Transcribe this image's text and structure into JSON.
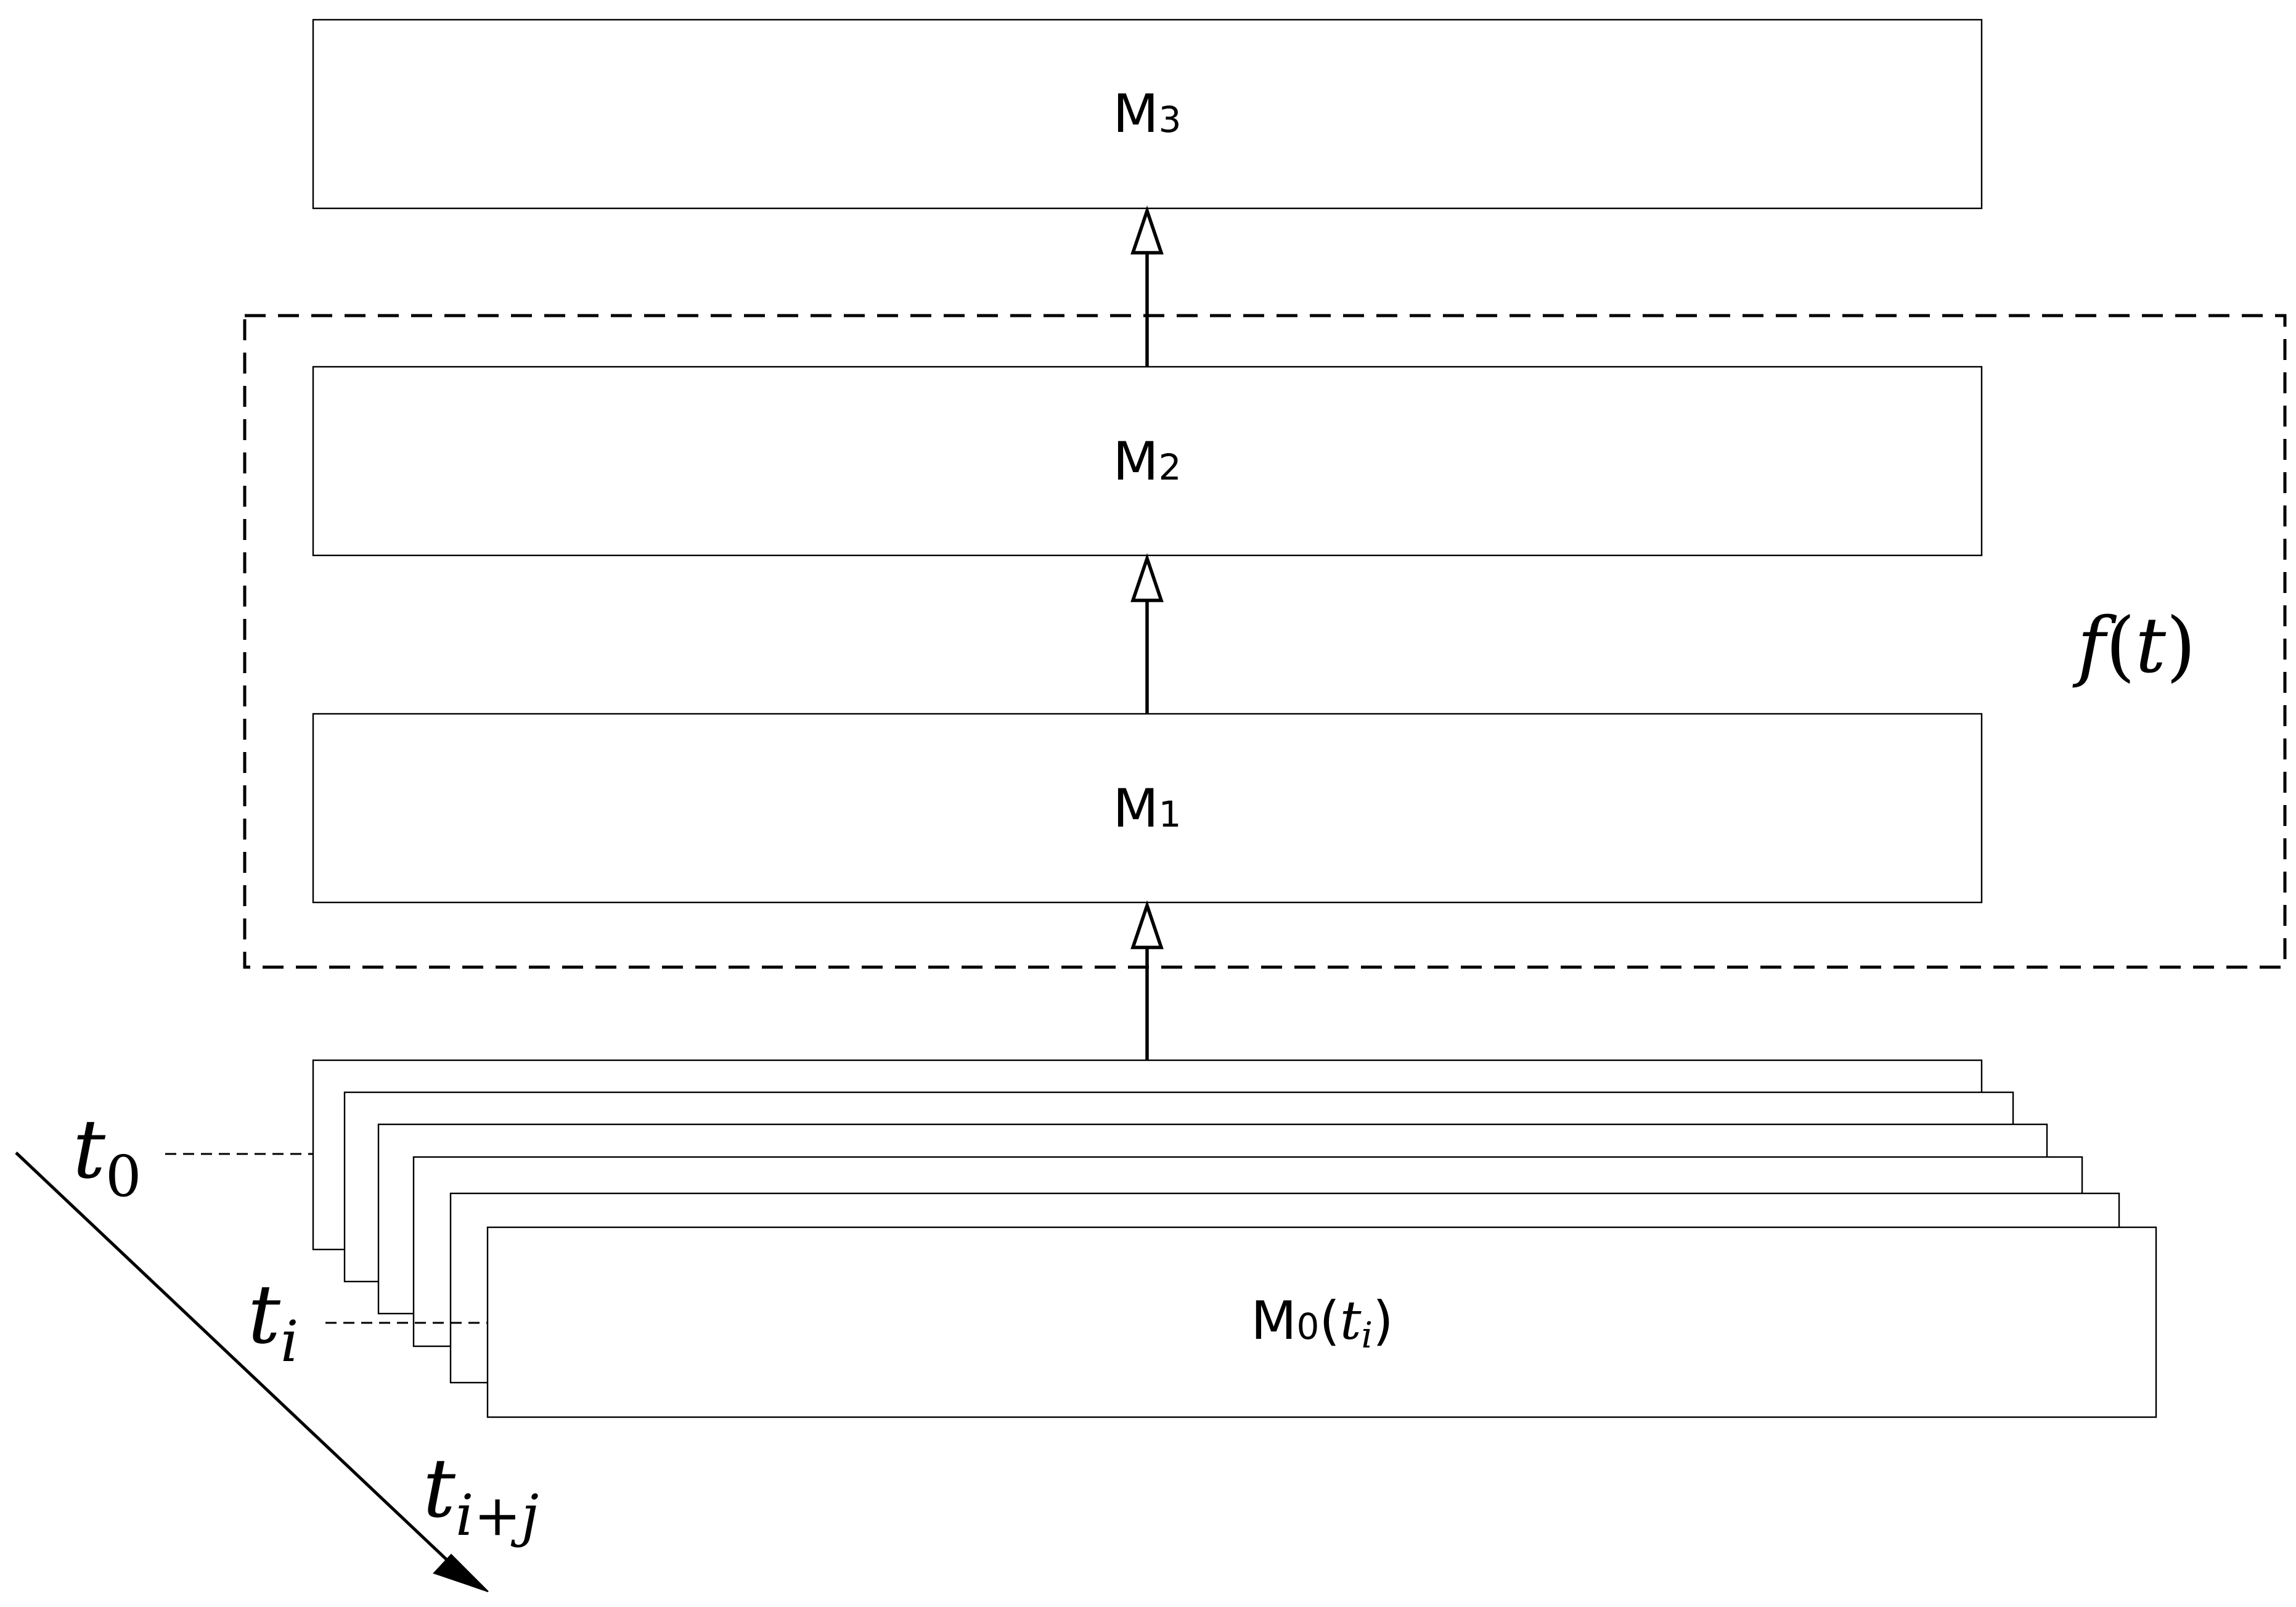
{
  "modules": {
    "m3": {
      "base": "M",
      "sub": "3"
    },
    "m2": {
      "base": "M",
      "sub": "2"
    },
    "m1": {
      "base": "M",
      "sub": "1"
    },
    "m0": {
      "base": "M",
      "sub": "0",
      "arg_open": "(",
      "arg_var": "t",
      "arg_sub": "i",
      "arg_close": ")"
    }
  },
  "group_label": {
    "fn": "f",
    "open": "(",
    "var": "t",
    "close": ")"
  },
  "time_labels": {
    "t0": {
      "var": "t",
      "sub": "0"
    },
    "ti": {
      "var": "t",
      "sub": "i"
    },
    "tij": {
      "var": "t",
      "sub": "i+j"
    }
  }
}
